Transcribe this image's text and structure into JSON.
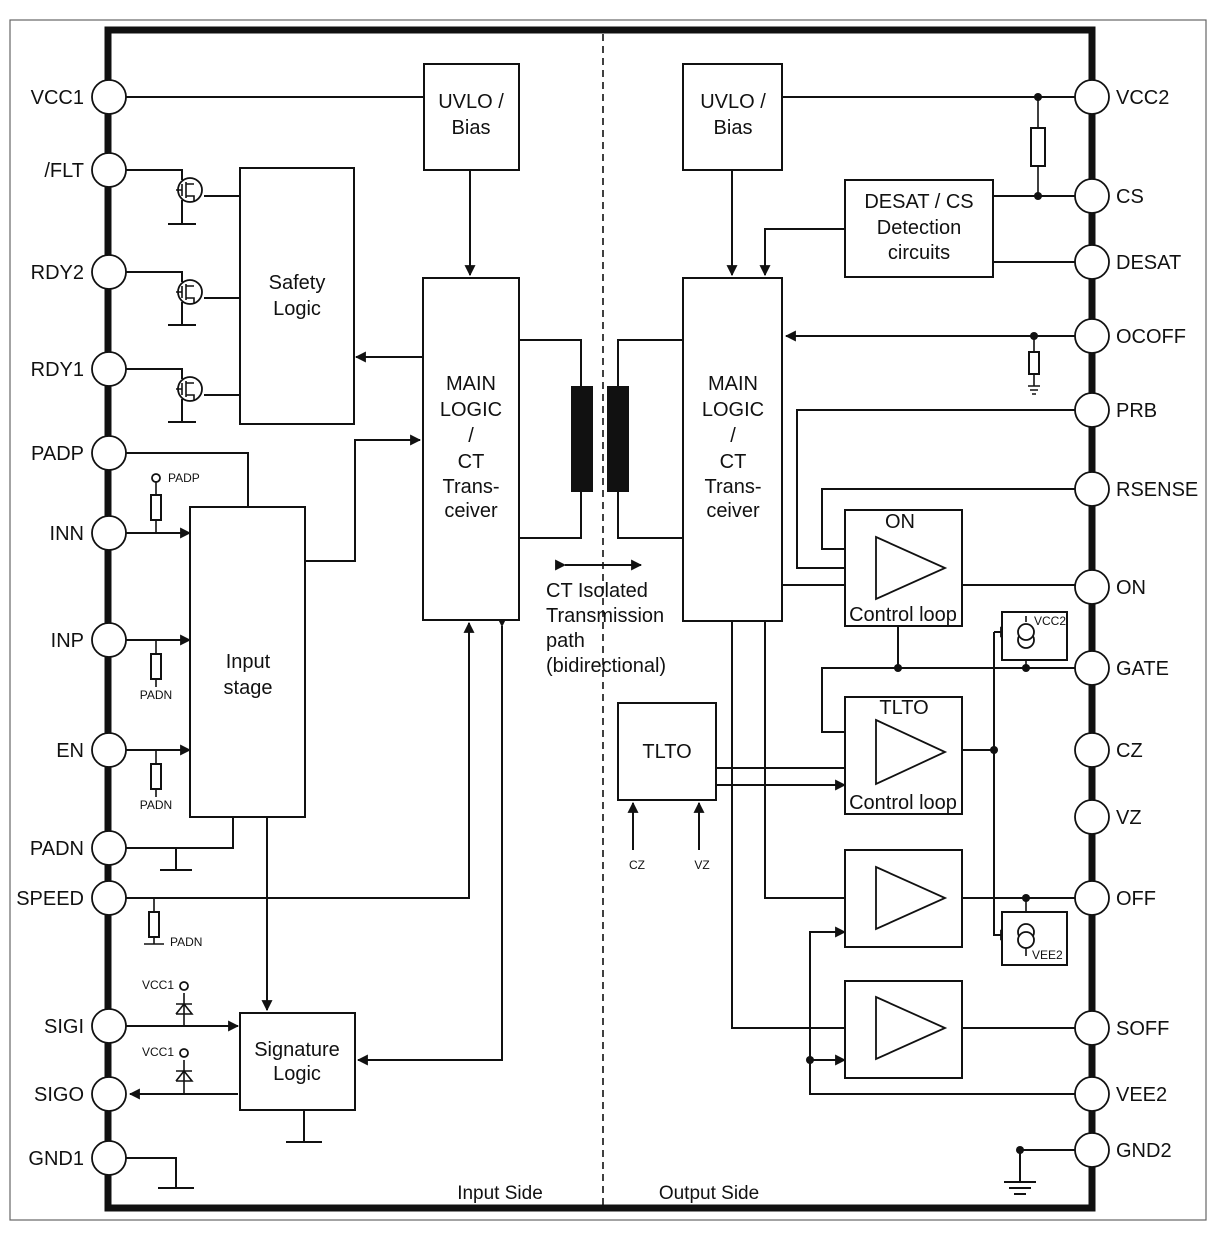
{
  "pins": {
    "left": [
      "VCC1",
      "/FLT",
      "RDY2",
      "RDY1",
      "PADP",
      "INN",
      "INP",
      "EN",
      "PADN",
      "SPEED",
      "SIGI",
      "SIGO",
      "GND1"
    ],
    "right": [
      "VCC2",
      "CS",
      "DESAT",
      "OCOFF",
      "PRB",
      "RSENSE",
      "ON",
      "GATE",
      "CZ",
      "VZ",
      "OFF",
      "SOFF",
      "VEE2",
      "GND2"
    ]
  },
  "blocks": {
    "uvlo_in": [
      "UVLO /",
      "Bias"
    ],
    "uvlo_out": [
      "UVLO /",
      "Bias"
    ],
    "desat": [
      "DESAT / CS",
      "Detection",
      "circuits"
    ],
    "safety": [
      "Safety",
      "Logic"
    ],
    "main_in": [
      "MAIN",
      "LOGIC",
      "/",
      "CT",
      "Trans-",
      "ceiver"
    ],
    "main_out": [
      "MAIN",
      "LOGIC",
      "/",
      "CT",
      "Trans-",
      "ceiver"
    ],
    "input": [
      "Input",
      "stage"
    ],
    "signature": [
      "Signature",
      "Logic"
    ],
    "tlto": "TLTO",
    "on_loop": {
      "title": "ON",
      "sub": "Control loop"
    },
    "tlto_loop": {
      "title": "TLTO",
      "sub": "Control loop"
    }
  },
  "small_labels": {
    "padp": "PADP",
    "padn": [
      "PADN",
      "PADN",
      "PADN"
    ],
    "vcc1": [
      "VCC1",
      "VCC1"
    ],
    "vcc2": "VCC2",
    "vee2": "VEE2",
    "cz": "CZ",
    "vz": "VZ"
  },
  "ct_label": [
    "CT Isolated",
    "Transmission",
    "path",
    "(bidirectional)"
  ],
  "sides": {
    "input": "Input Side",
    "output": "Output Side"
  },
  "colors": {
    "ink": "#111111",
    "frame": "#111111",
    "outer_border": "#666666",
    "background": "#ffffff"
  }
}
